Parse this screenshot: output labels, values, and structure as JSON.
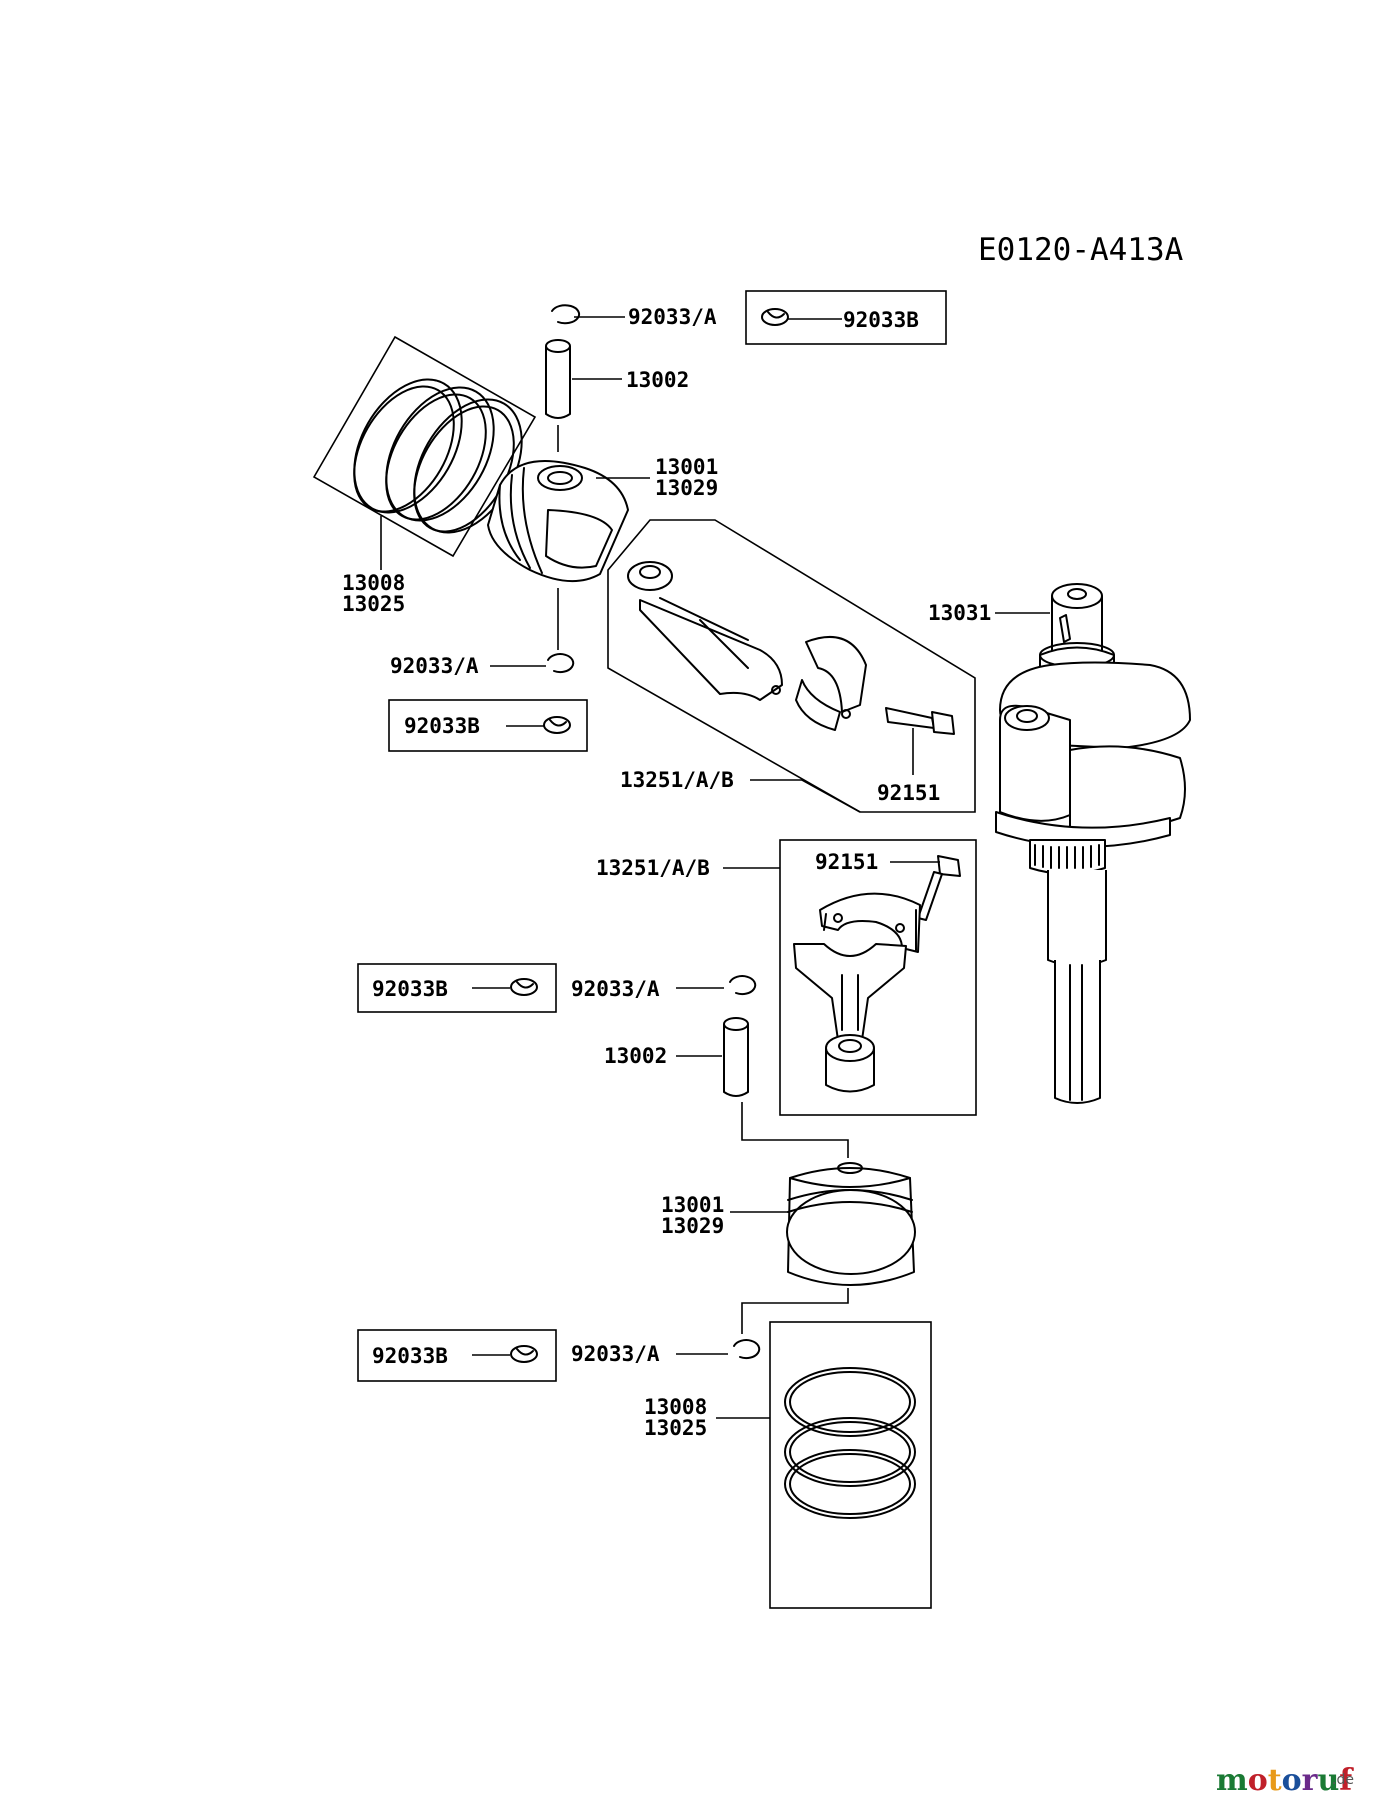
{
  "diagram_code": "E0120-A413A",
  "labels": {
    "top_clip_a": "92033/A",
    "top_clip_b": "92033B",
    "top_pin": "13002",
    "top_piston_1": "13001",
    "top_piston_2": "13029",
    "top_rings_1": "13008",
    "top_rings_2": "13025",
    "top_lower_clip_a": "92033/A",
    "top_lower_clip_b": "92033B",
    "top_rod_set": "13251/A/B",
    "top_rod_bolt": "92151",
    "crankshaft": "13031",
    "bottom_rod_bolt": "92151",
    "bottom_rod_set": "13251/A/B",
    "bottom_upper_clip_b": "92033B",
    "bottom_upper_clip_a": "92033/A",
    "bottom_pin": "13002",
    "bottom_piston_1": "13001",
    "bottom_piston_2": "13029",
    "bottom_lower_clip_b": "92033B",
    "bottom_lower_clip_a": "92033/A",
    "bottom_rings_1": "13008",
    "bottom_rings_2": "13025"
  },
  "watermark": {
    "brand": "motoruf",
    "suffix": ".de",
    "colors": [
      "#1a7a34",
      "#c0202a",
      "#e89a1a",
      "#1a4f9a",
      "#6a2a8a",
      "#1a7a34",
      "#c0202a"
    ]
  }
}
